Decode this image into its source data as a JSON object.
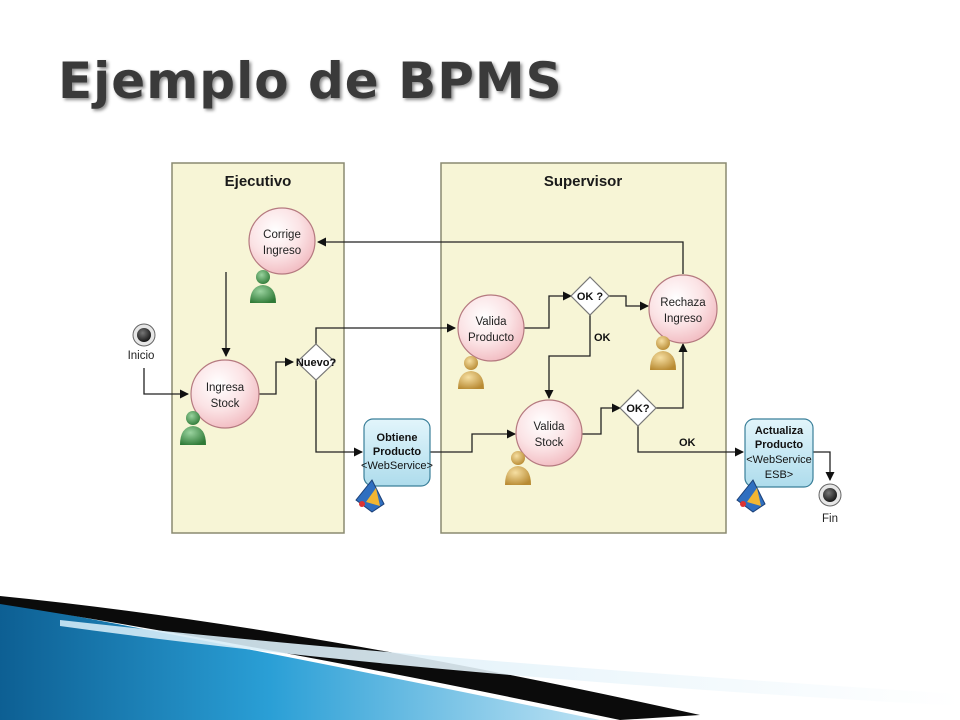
{
  "title": "Ejemplo de BPMS",
  "lanes": {
    "ejecutivo": "Ejecutivo",
    "supervisor": "Supervisor"
  },
  "events": {
    "start": "Inicio",
    "end": "Fin"
  },
  "tasks": {
    "corrige": [
      "Corrige",
      "Ingreso"
    ],
    "ingresa": [
      "Ingresa",
      "Stock"
    ],
    "valida_producto": [
      "Valida",
      "Producto"
    ],
    "rechaza": [
      "Rechaza",
      "Ingreso"
    ],
    "valida_stock": [
      "Valida",
      "Stock"
    ]
  },
  "services": {
    "obtiene": [
      "Obtiene",
      "Producto",
      "<WebService>"
    ],
    "actualiza": [
      "Actualiza",
      "Producto",
      "<WebService",
      "ESB>"
    ]
  },
  "gateways": {
    "nuevo": "Nuevo?",
    "ok1": "OK ?",
    "ok2": "OK?"
  },
  "flow_labels": {
    "ok_a": "OK",
    "ok_b": "OK"
  },
  "colors": {
    "lane_fill": "#f7f5d6",
    "task_fill": "#f8d5d8",
    "service_fill": "#cdebf5",
    "user_green": "#4a9a52",
    "user_tan": "#d9b35c",
    "deco_blue": "#1a7fb8"
  }
}
